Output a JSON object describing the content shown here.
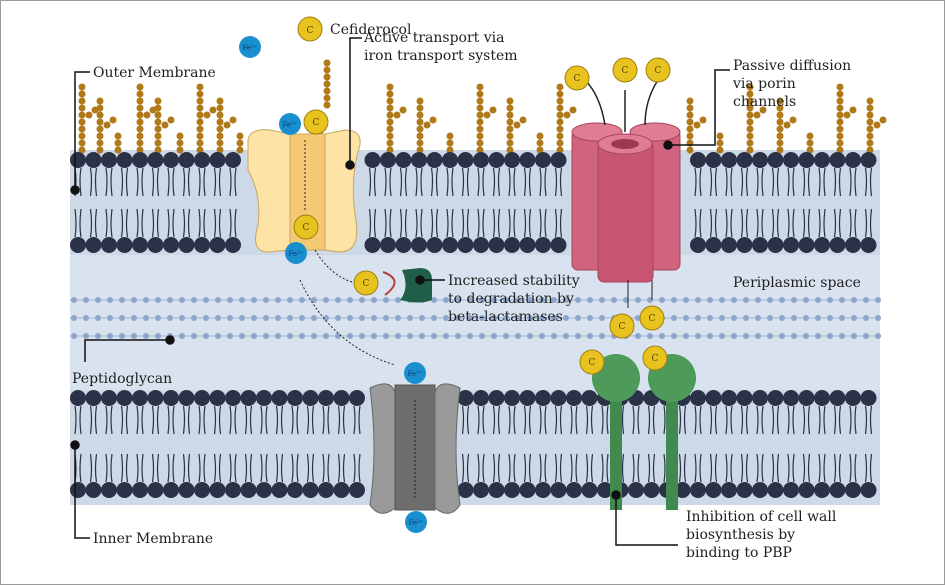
{
  "legend": {
    "molecule_symbol": "C",
    "molecule_label": "Cefiderocol"
  },
  "ion_label": "Fe³⁺",
  "labels": {
    "outer_membrane": "Outer Membrane",
    "active_transport": [
      "Active transport via",
      "iron transport system"
    ],
    "passive_diffusion": [
      "Passive diffusion",
      "via porin",
      "channels"
    ],
    "periplasmic_space": "Periplasmic space",
    "stability": [
      "Increased stability",
      "to degradation by",
      "beta-lactamases"
    ],
    "peptidoglycan": "Peptidoglycan",
    "inner_membrane": "Inner Membrane",
    "inhibition": [
      "Inhibition of cell wall",
      "biosynthesis by",
      "binding to PBP"
    ]
  },
  "colors": {
    "membrane_band": "#cdd9e7",
    "lipid_head": "#2b3248",
    "lps": "#b07a1a",
    "cefiderocol": "#e8c21e",
    "iron": "#1a8fd0",
    "transporter": "#fde3a6",
    "porin": "#d0647e",
    "beta_lactamase": "#1f5e47",
    "pbp": "#4d9a5a",
    "inner_transporter": "#8a8a8a"
  }
}
